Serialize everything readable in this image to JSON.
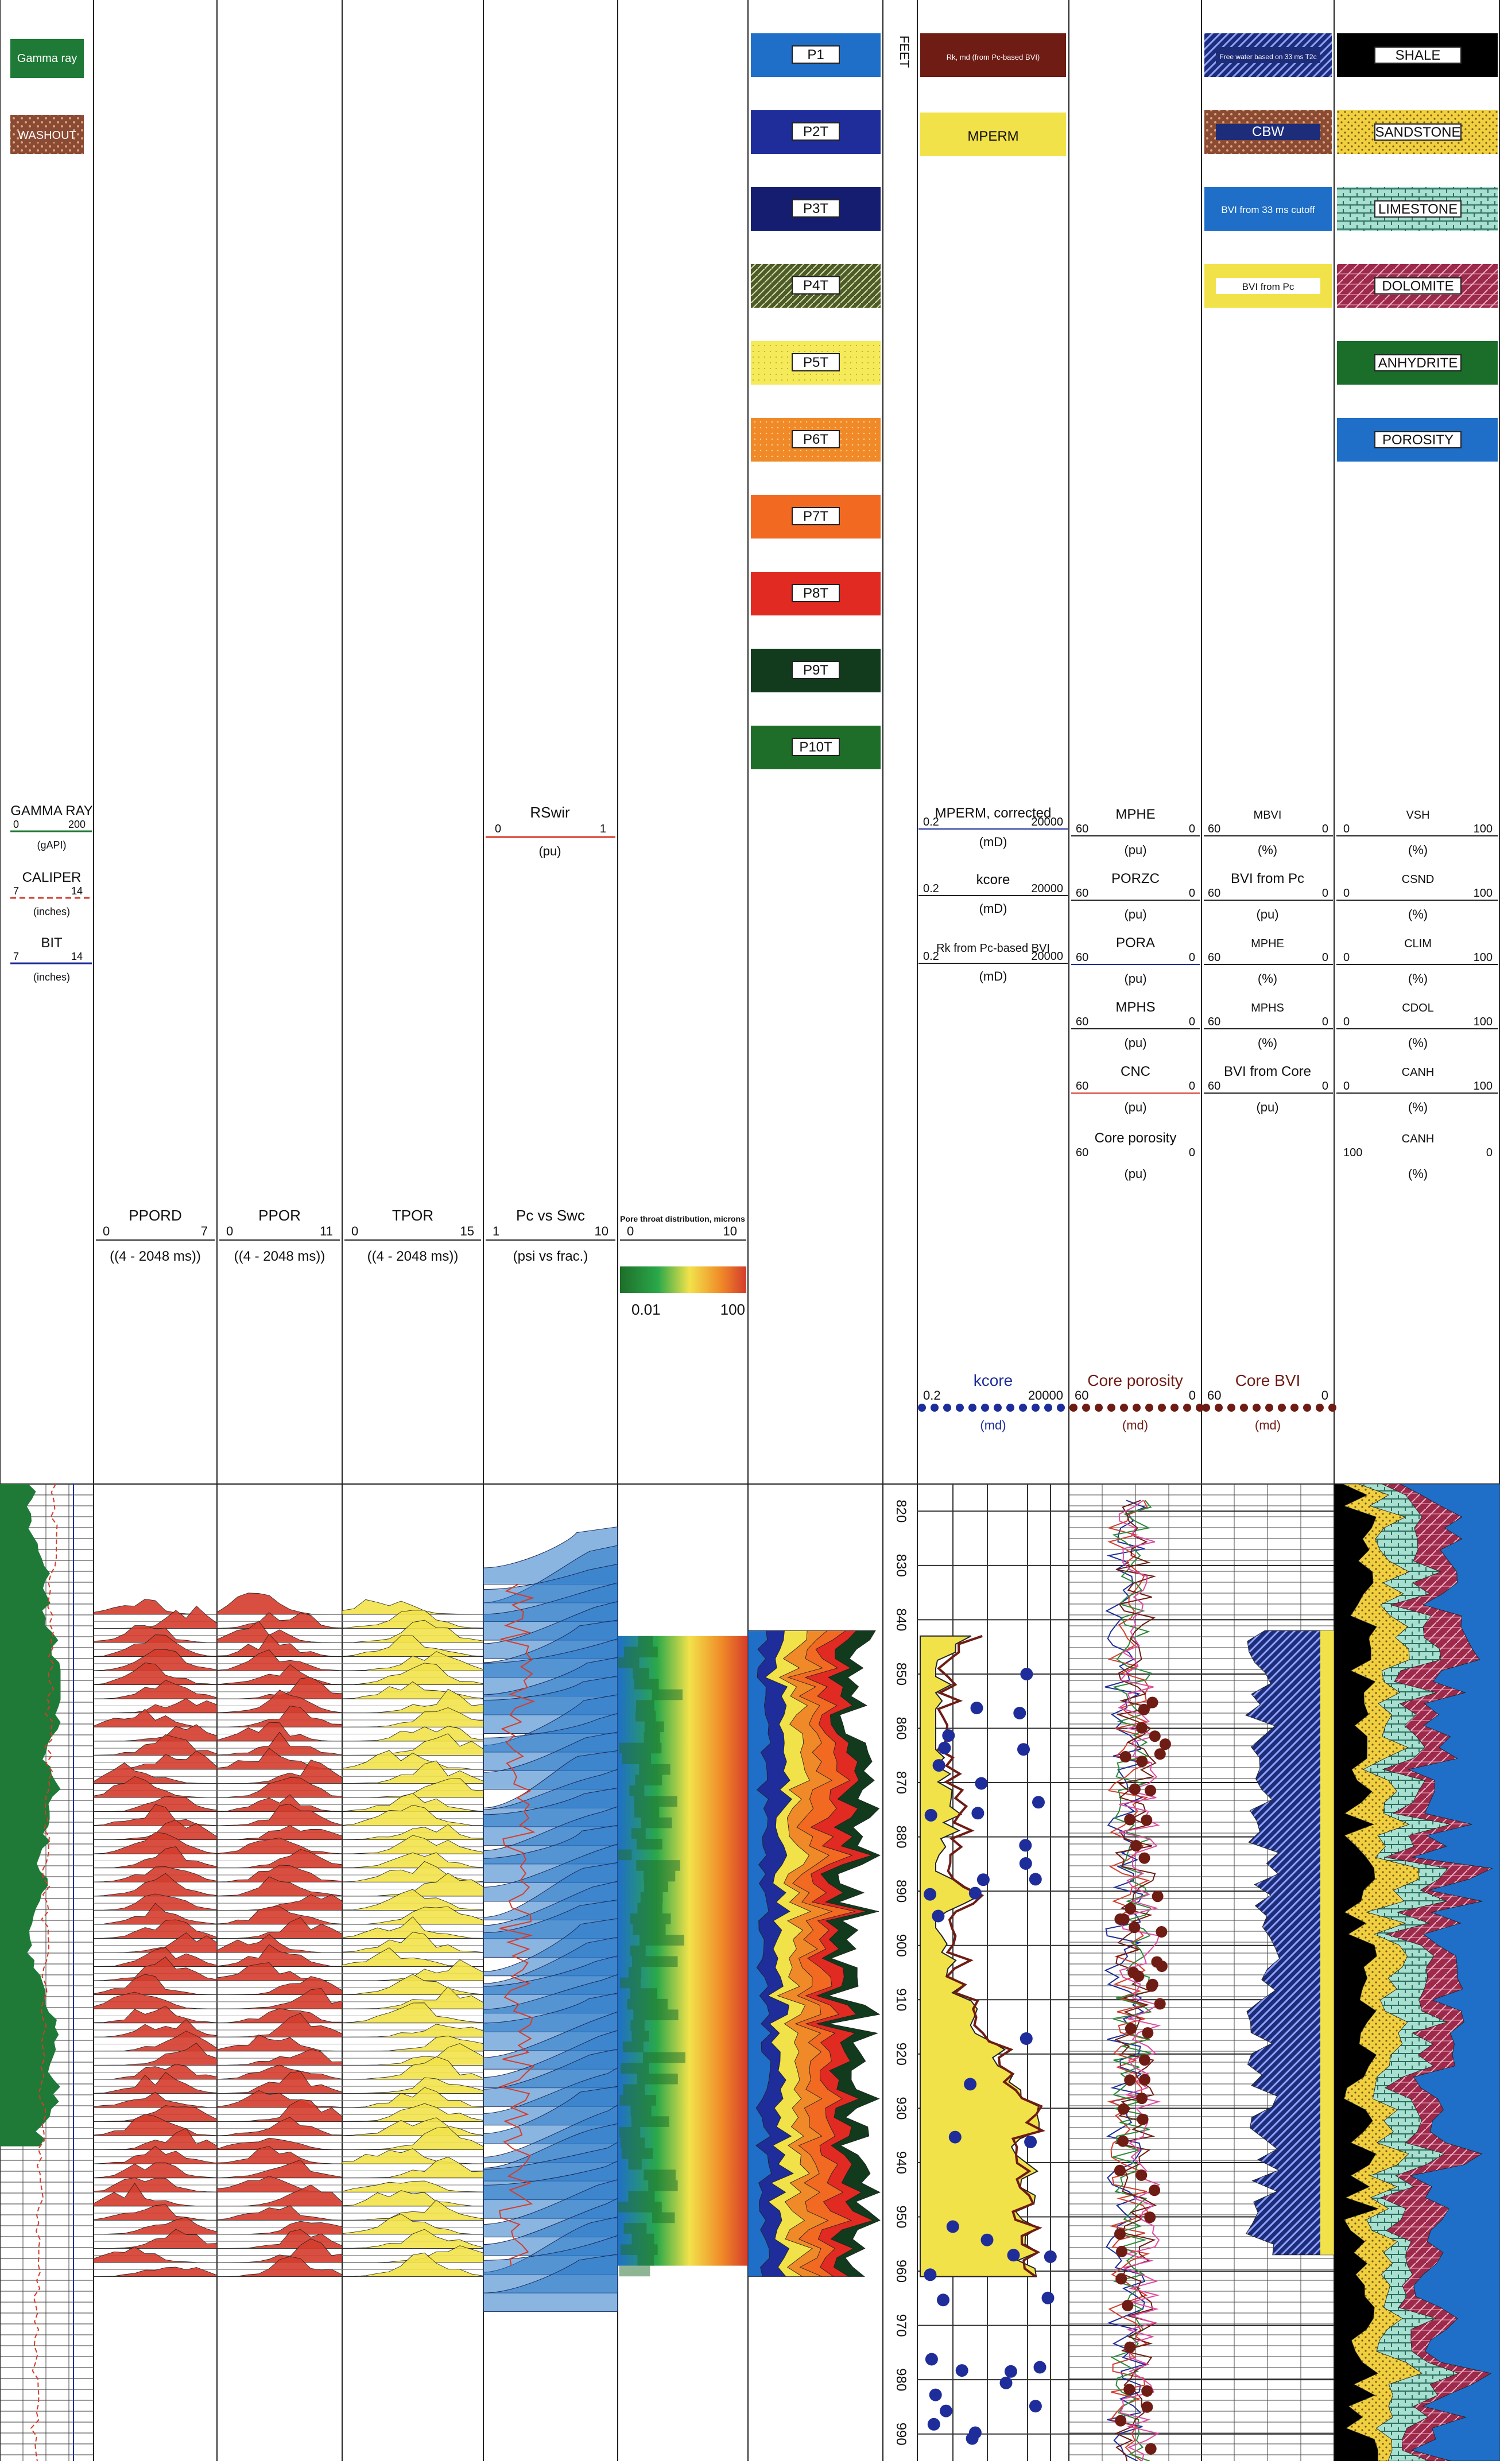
{
  "chart_data": {
    "type": "well-log",
    "depth_unit": "FEET",
    "depth_ticks": [
      "820",
      "830",
      "840",
      "850",
      "860",
      "870",
      "880",
      "890",
      "900",
      "910",
      "920",
      "930",
      "940",
      "950",
      "960",
      "970",
      "980",
      "990"
    ],
    "legend_left": {
      "gamma": "Gamma ray",
      "washout": "WASHOUT"
    },
    "pore_legend": [
      "P1",
      "P2T",
      "P3T",
      "P4T",
      "P5T",
      "P6T",
      "P7T",
      "P8T",
      "P9T",
      "P10T"
    ],
    "perm_legend": [
      "Rk, md (from Pc-based BVI)",
      "MPERM"
    ],
    "bvi_legend": [
      "Free water based on 33 ms T2c",
      "CBW",
      "BVI from 33 ms cutoff",
      "BVI from Pc"
    ],
    "lith_legend": [
      "SHALE",
      "SANDSTONE",
      "LIMESTONE",
      "DOLOMITE",
      "ANHYDRITE",
      "POROSITY"
    ],
    "track1": [
      {
        "name": "GAMMA RAY",
        "min": "0",
        "max": "200",
        "unit": "(gAPI)"
      },
      {
        "name": "CALIPER",
        "min": "7",
        "max": "14",
        "unit": "(inches)"
      },
      {
        "name": "BIT",
        "min": "7",
        "max": "14",
        "unit": "(inches)"
      }
    ],
    "rswir": {
      "name": "RSwir",
      "min": "0",
      "max": "1",
      "unit": "(pu)"
    },
    "spectra": [
      {
        "name": "PPORD",
        "min": "0",
        "max": "7",
        "unit": "((4 - 2048 ms))"
      },
      {
        "name": "PPOR",
        "min": "0",
        "max": "11",
        "unit": "((4 - 2048 ms))"
      },
      {
        "name": "TPOR",
        "min": "0",
        "max": "15",
        "unit": "((4 - 2048 ms))"
      },
      {
        "name": "Pc vs Swc",
        "min": "1",
        "max": "10",
        "unit": "(psi vs frac.)"
      }
    ],
    "pore_dist": {
      "name": "Pore throat distribution, microns",
      "min": "0",
      "max": "10",
      "scale_min": "0.01",
      "scale_max": "100"
    },
    "perm_curves": [
      {
        "name": "MPERM, corrected",
        "min": "0.2",
        "max": "20000",
        "unit": "(mD)"
      },
      {
        "name": "kcore",
        "min": "0.2",
        "max": "20000",
        "unit": "(mD)"
      },
      {
        "name": "Rk from Pc-based BVI",
        "min": "0.2",
        "max": "20000",
        "unit": "(mD)"
      }
    ],
    "poro_curves": [
      {
        "name": "MPHE",
        "min": "60",
        "max": "0",
        "unit": "(pu)"
      },
      {
        "name": "PORZC",
        "min": "60",
        "max": "0",
        "unit": "(pu)"
      },
      {
        "name": "PORA",
        "min": "60",
        "max": "0",
        "unit": "(pu)"
      },
      {
        "name": "MPHS",
        "min": "60",
        "max": "0",
        "unit": "(pu)"
      },
      {
        "name": "CNC",
        "min": "60",
        "max": "0",
        "unit": "(pu)"
      },
      {
        "name": "Core porosity",
        "min": "60",
        "max": "0",
        "unit": "(pu)"
      }
    ],
    "bvi_curves": [
      {
        "name": "MBVI",
        "min": "60",
        "max": "0",
        "unit": "(%)"
      },
      {
        "name": "BVI from Pc",
        "min": "60",
        "max": "0",
        "unit": "(pu)"
      },
      {
        "name": "MPHE",
        "min": "60",
        "max": "0",
        "unit": "(%)"
      },
      {
        "name": "MPHS",
        "min": "60",
        "max": "0",
        "unit": "(%)"
      },
      {
        "name": "BVI from Core",
        "min": "60",
        "max": "0",
        "unit": "(pu)"
      }
    ],
    "lith_curves": [
      {
        "name": "VSH",
        "min": "0",
        "max": "100",
        "unit": "(%)"
      },
      {
        "name": "CSND",
        "min": "0",
        "max": "100",
        "unit": "(%)"
      },
      {
        "name": "CLIM",
        "min": "0",
        "max": "100",
        "unit": "(%)"
      },
      {
        "name": "CDOL",
        "min": "0",
        "max": "100",
        "unit": "(%)"
      },
      {
        "name": "CANH",
        "min": "0",
        "max": "100",
        "unit": "(%)"
      },
      {
        "name": "CANH",
        "min": "100",
        "max": "0",
        "unit": "(%)"
      }
    ],
    "core_headers": [
      {
        "name": "kcore",
        "min": "0.2",
        "max": "20000",
        "unit": "(md)"
      },
      {
        "name": "Core porosity",
        "min": "60",
        "max": "0",
        "unit": "(md)"
      },
      {
        "name": "Core BVI",
        "min": "60",
        "max": "0",
        "unit": "(md)"
      }
    ],
    "colors": {
      "gamma": "#1e7a36",
      "washout": "#8a4a34",
      "red_fill": "#d43c2c",
      "yellow_fill": "#f2e24a",
      "blue_fill": "#2a78c8",
      "navy": "#1e2d7a",
      "maroon": "#6e1c14",
      "grid": "#222222",
      "shale": "#000000",
      "sandstone": "#f0d040",
      "limestone": "#9ad6c8",
      "dolomite": "#9c2a4a",
      "anhydrite": "#1a6e2a",
      "porosity": "#1f6fc8"
    }
  }
}
